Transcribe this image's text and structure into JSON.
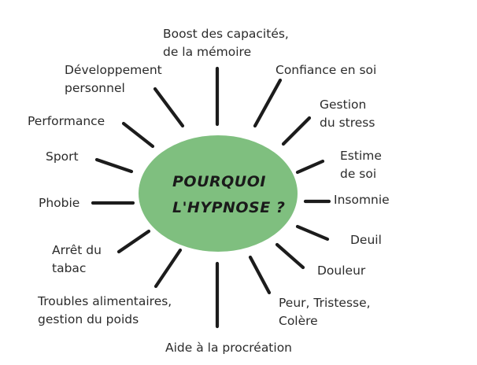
{
  "center": {
    "line1": "POURQUOI",
    "line2": "L'HYPNOSE ?",
    "fill_color": "#7fbf7f"
  },
  "reasons": [
    {
      "lines": [
        "Boost des capacités,",
        "de la mémoire"
      ]
    },
    {
      "lines": [
        "Confiance en soi"
      ]
    },
    {
      "lines": [
        "Gestion",
        "du stress"
      ]
    },
    {
      "lines": [
        "Estime",
        "de soi"
      ]
    },
    {
      "lines": [
        "Insomnie"
      ]
    },
    {
      "lines": [
        "Deuil"
      ]
    },
    {
      "lines": [
        "Douleur"
      ]
    },
    {
      "lines": [
        "Peur, Tristesse,",
        "Colère"
      ]
    },
    {
      "lines": [
        "Aide à la procréation"
      ]
    },
    {
      "lines": [
        "Troubles alimentaires,",
        "gestion du poids"
      ]
    },
    {
      "lines": [
        "Arrêt du",
        "tabac"
      ]
    },
    {
      "lines": [
        "Phobie"
      ]
    },
    {
      "lines": [
        "Sport"
      ]
    },
    {
      "lines": [
        "Performance"
      ]
    },
    {
      "lines": [
        "Développement",
        "personnel"
      ]
    }
  ]
}
